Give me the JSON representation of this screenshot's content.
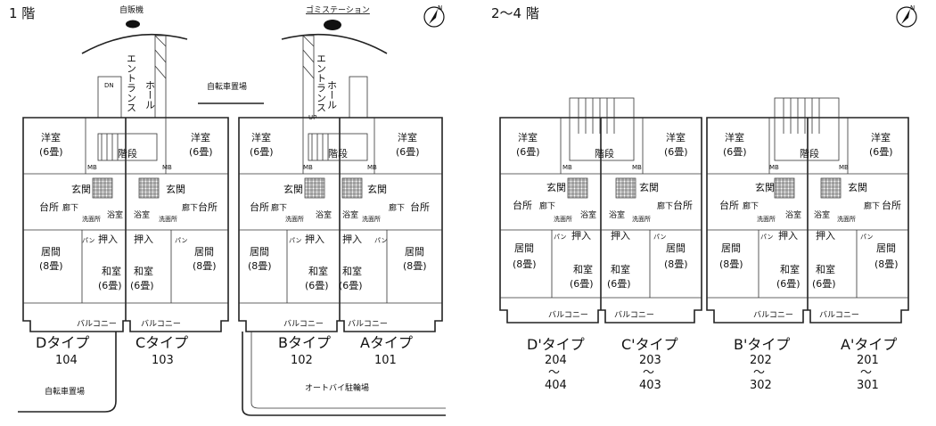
{
  "floor1": {
    "title": "1 階",
    "labels": {
      "vending": "自販機",
      "garbage": "ゴミステーション",
      "bike_top": "自転車置場",
      "bike_bottom": "自転車置場",
      "moto": "オートバイ駐輪場",
      "entrance": "エントランス",
      "hall": "ホール",
      "dn": "DN",
      "up": "UP",
      "stairs": "階段"
    },
    "units": [
      {
        "type": "Dタイプ",
        "numbers": [
          "104"
        ]
      },
      {
        "type": "Cタイプ",
        "numbers": [
          "103"
        ]
      },
      {
        "type": "Bタイプ",
        "numbers": [
          "102"
        ]
      },
      {
        "type": "Aタイプ",
        "numbers": [
          "101"
        ]
      }
    ]
  },
  "floor2": {
    "title": "2〜4 階",
    "stairs": "階段",
    "units": [
      {
        "type": "D'タイプ",
        "numbers": [
          "204",
          "～",
          "404"
        ]
      },
      {
        "type": "C'タイプ",
        "numbers": [
          "203",
          "～",
          "403"
        ]
      },
      {
        "type": "B'タイプ",
        "numbers": [
          "202",
          "～",
          "302"
        ]
      },
      {
        "type": "A'タイプ",
        "numbers": [
          "201",
          "～",
          "301"
        ]
      }
    ]
  },
  "rooms": {
    "western": "洋室",
    "western_size": "(6畳)",
    "entry": "玄関",
    "kitchen": "台所",
    "corridor": "廊下",
    "washroom": "洗面所",
    "bath": "浴室",
    "closet": "押入",
    "pantry": "パン",
    "living": "居間",
    "living_size": "(8畳)",
    "japanese": "和室",
    "japanese_size": "(6畳)",
    "balcony": "バルコニー",
    "mb": "MB"
  },
  "compass": "N"
}
